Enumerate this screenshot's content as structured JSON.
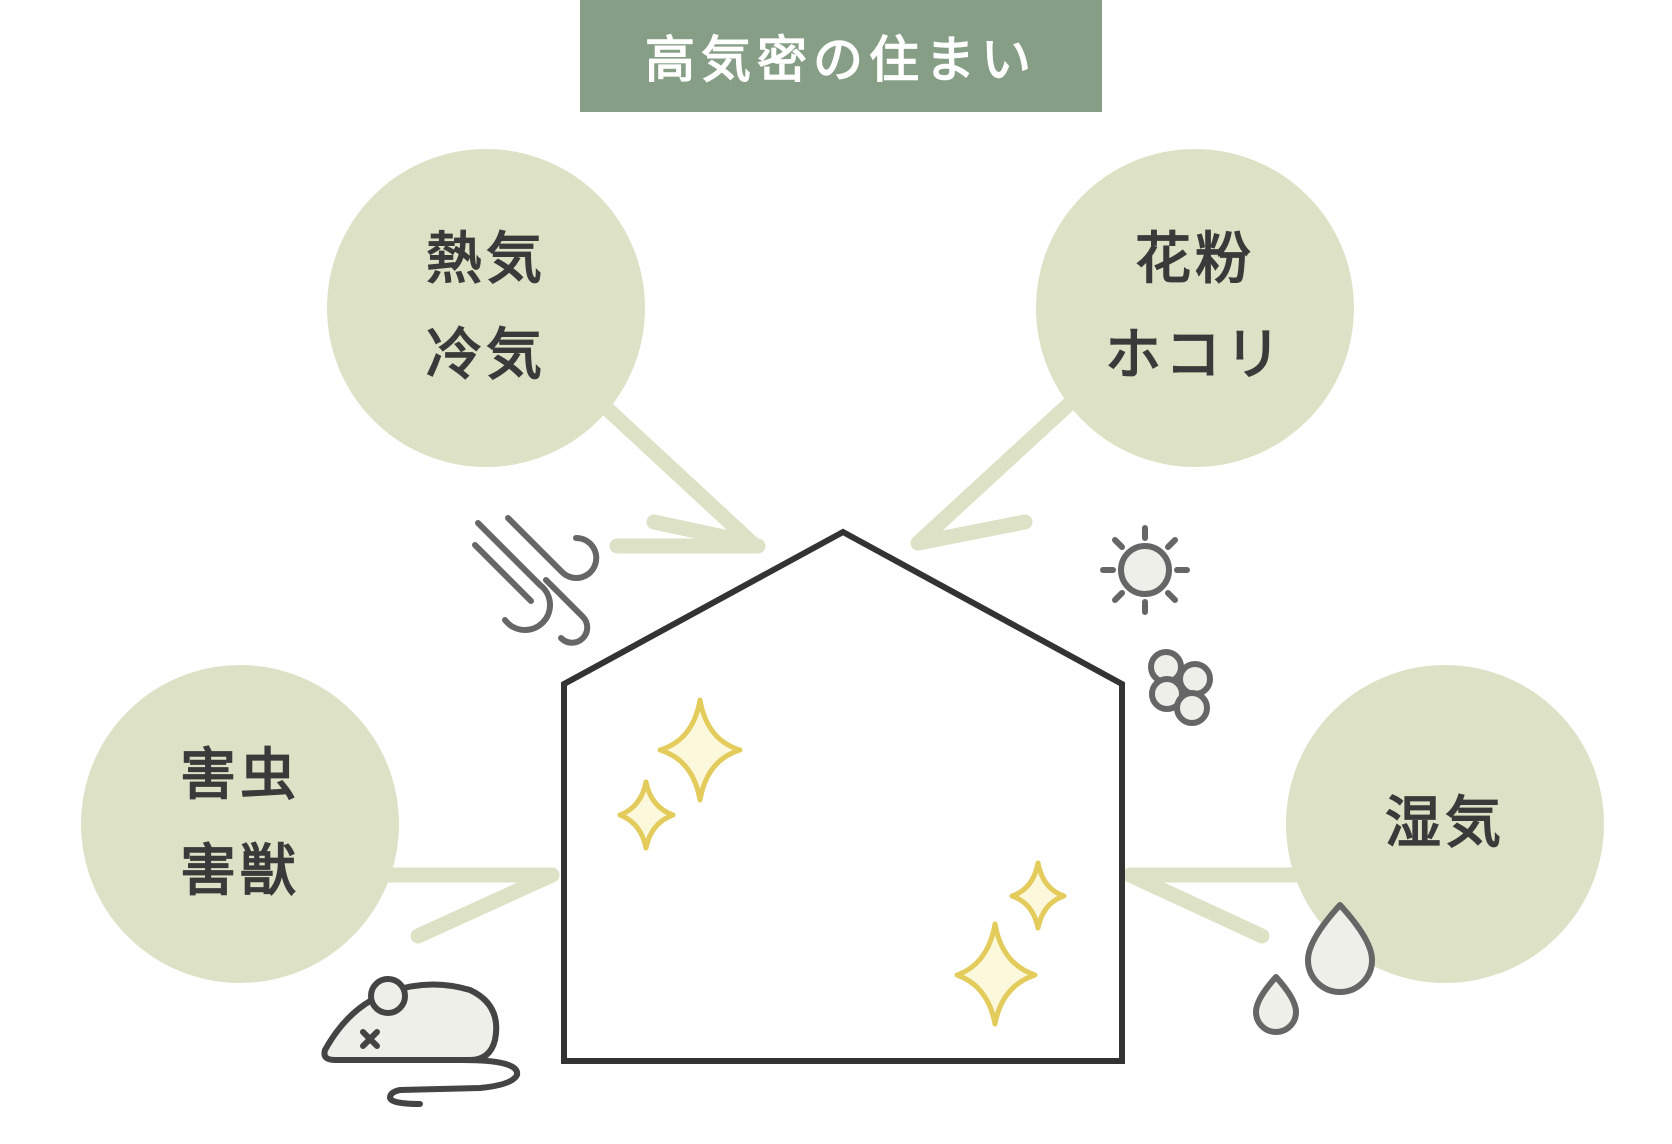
{
  "title": "高気密の住まい",
  "bubbles": {
    "heat": {
      "lines": [
        "熱気",
        "冷気"
      ]
    },
    "pollen": {
      "lines": [
        "花粉",
        "ホコリ"
      ]
    },
    "pests": {
      "lines": [
        "害虫",
        "害獣"
      ]
    },
    "humidity": {
      "lines": [
        "湿気"
      ]
    }
  },
  "icons": {
    "heat": "wind-icon",
    "pollen": "pollen-icon",
    "pests": "mouse-icon",
    "humidity": "water-drop-icon",
    "inside": "sparkle-icon"
  },
  "colors": {
    "banner": "#869e85",
    "bubble": "#dde2c6",
    "arrow": "#dde2c6",
    "house_outline": "#333333",
    "icon_stroke": "#666666",
    "icon_fill": "#eeefe9",
    "sparkle_stroke": "#e3cc5c",
    "sparkle_fill": "#fcf8dc"
  }
}
